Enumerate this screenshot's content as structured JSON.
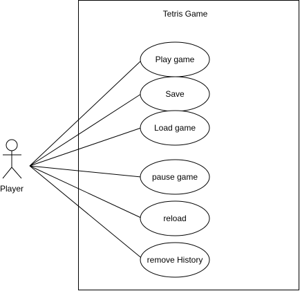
{
  "system": {
    "title": "Tetris Game"
  },
  "actor": {
    "label": "Player"
  },
  "use_cases": [
    {
      "label": "Play game"
    },
    {
      "label": "Save"
    },
    {
      "label": "Load game"
    },
    {
      "label": "pause game"
    },
    {
      "label": "reload"
    },
    {
      "label": "remove History"
    }
  ],
  "colors": {
    "stroke": "#000000",
    "background": "#ffffff"
  }
}
